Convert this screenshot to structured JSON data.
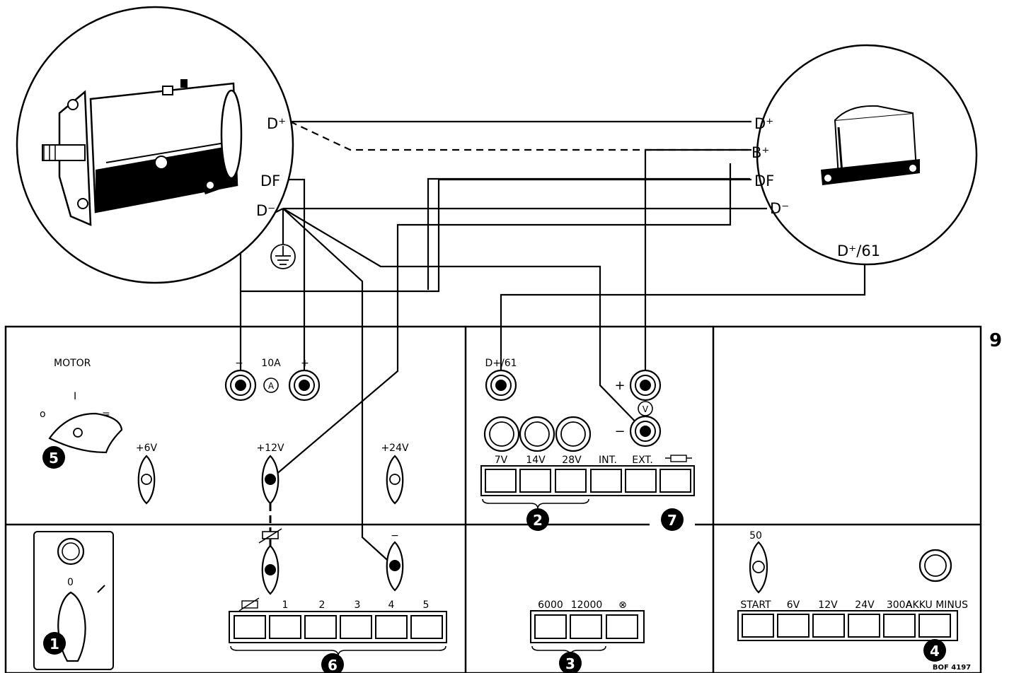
{
  "figure_number": "9",
  "generator": {
    "terminals": {
      "dplus": "D⁺",
      "df": "DF",
      "dminus": "D⁻"
    }
  },
  "regulator": {
    "terminals": {
      "dplus": "D⁺",
      "bplus": "B⁺",
      "df": "DF",
      "dminus": "D⁻",
      "d61": "D⁺/61"
    }
  },
  "panel": {
    "motor_label": "MOTOR",
    "motor_positions": {
      "o": "o",
      "i": "I",
      "ii": "="
    },
    "ammeter": {
      "range": "10A",
      "minus": "−",
      "plus": "+",
      "symbol": "A"
    },
    "supply": {
      "v6": "+6V",
      "v12": "+12V",
      "v24": "+24V",
      "minus": "−"
    },
    "main_switch_label": "0",
    "field_buttons": [
      "",
      "1",
      "2",
      "3",
      "4",
      "5"
    ],
    "d61_label": "D+/61",
    "voltmeter": {
      "plus": "+",
      "minus": "−",
      "symbol": "V"
    },
    "meter_buttons": [
      "7V",
      "14V",
      "28V",
      "INT.",
      "EXT.",
      ""
    ],
    "speed_buttons": [
      "6000",
      "12000",
      "⊗"
    ],
    "start_label": "50",
    "battery_buttons": [
      "START",
      "6V",
      "12V",
      "24V",
      "300A",
      "AKKU MINUS"
    ],
    "callouts": [
      "1",
      "2",
      "3",
      "4",
      "5",
      "6",
      "7"
    ],
    "code": "BOF 4197"
  }
}
